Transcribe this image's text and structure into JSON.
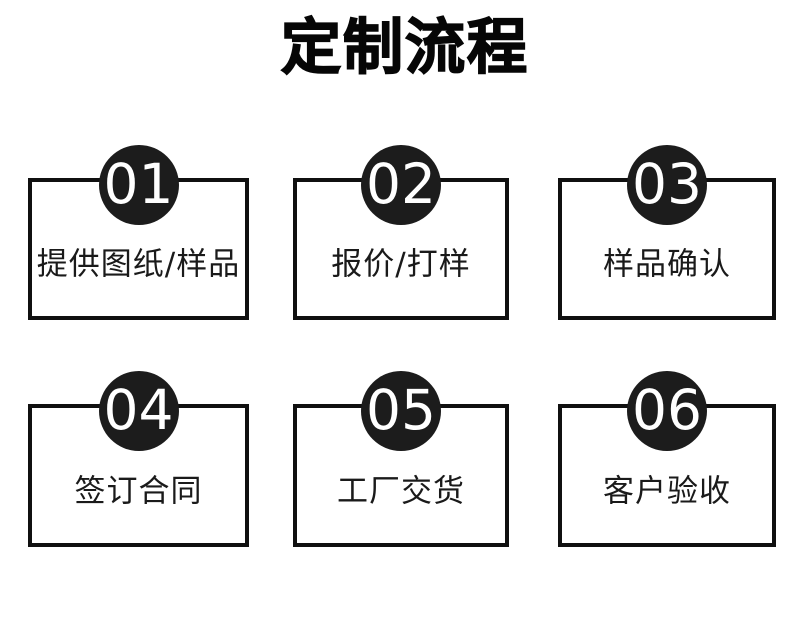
{
  "page": {
    "title": "定制流程",
    "colors": {
      "background": "#ffffff",
      "box_border": "#101010",
      "badge_fill": "#1c1c1c",
      "badge_text": "#ffffff",
      "label_text": "#1a1a1a",
      "title_text": "#060606"
    }
  },
  "steps": [
    {
      "number": "01",
      "label": "提供图纸/样品"
    },
    {
      "number": "02",
      "label": "报价/打样"
    },
    {
      "number": "03",
      "label": "样品确认"
    },
    {
      "number": "04",
      "label": "签订合同"
    },
    {
      "number": "05",
      "label": "工厂交货"
    },
    {
      "number": "06",
      "label": "客户验收"
    }
  ]
}
